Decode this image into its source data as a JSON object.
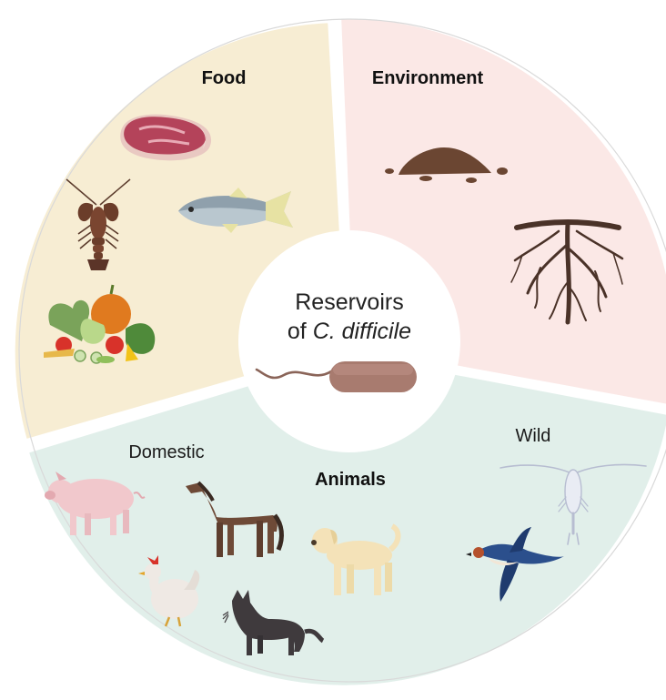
{
  "center": {
    "title_line1": "Reservoirs",
    "title_line2_prefix": "of ",
    "title_line2_species": "C. difficile"
  },
  "sectors": {
    "food": {
      "label": "Food",
      "color": "#f7edd3",
      "items": [
        "steak-icon",
        "crayfish-icon",
        "fish-icon",
        "vegetables-icon"
      ]
    },
    "environment": {
      "label": "Environment",
      "color": "#fbe8e6",
      "items": [
        "soil-icon",
        "roots-icon"
      ]
    },
    "animals": {
      "label": "Animals",
      "color": "#e1efea",
      "domestic": {
        "label": "Domestic",
        "items": [
          "pig-icon",
          "horse-icon",
          "dog-icon",
          "chicken-icon",
          "cat-icon"
        ]
      },
      "wild": {
        "label": "Wild",
        "items": [
          "copepod-icon",
          "swallow-icon"
        ]
      }
    }
  },
  "colors": {
    "bacterium": "#a87b6f",
    "border": "#ffffff"
  }
}
